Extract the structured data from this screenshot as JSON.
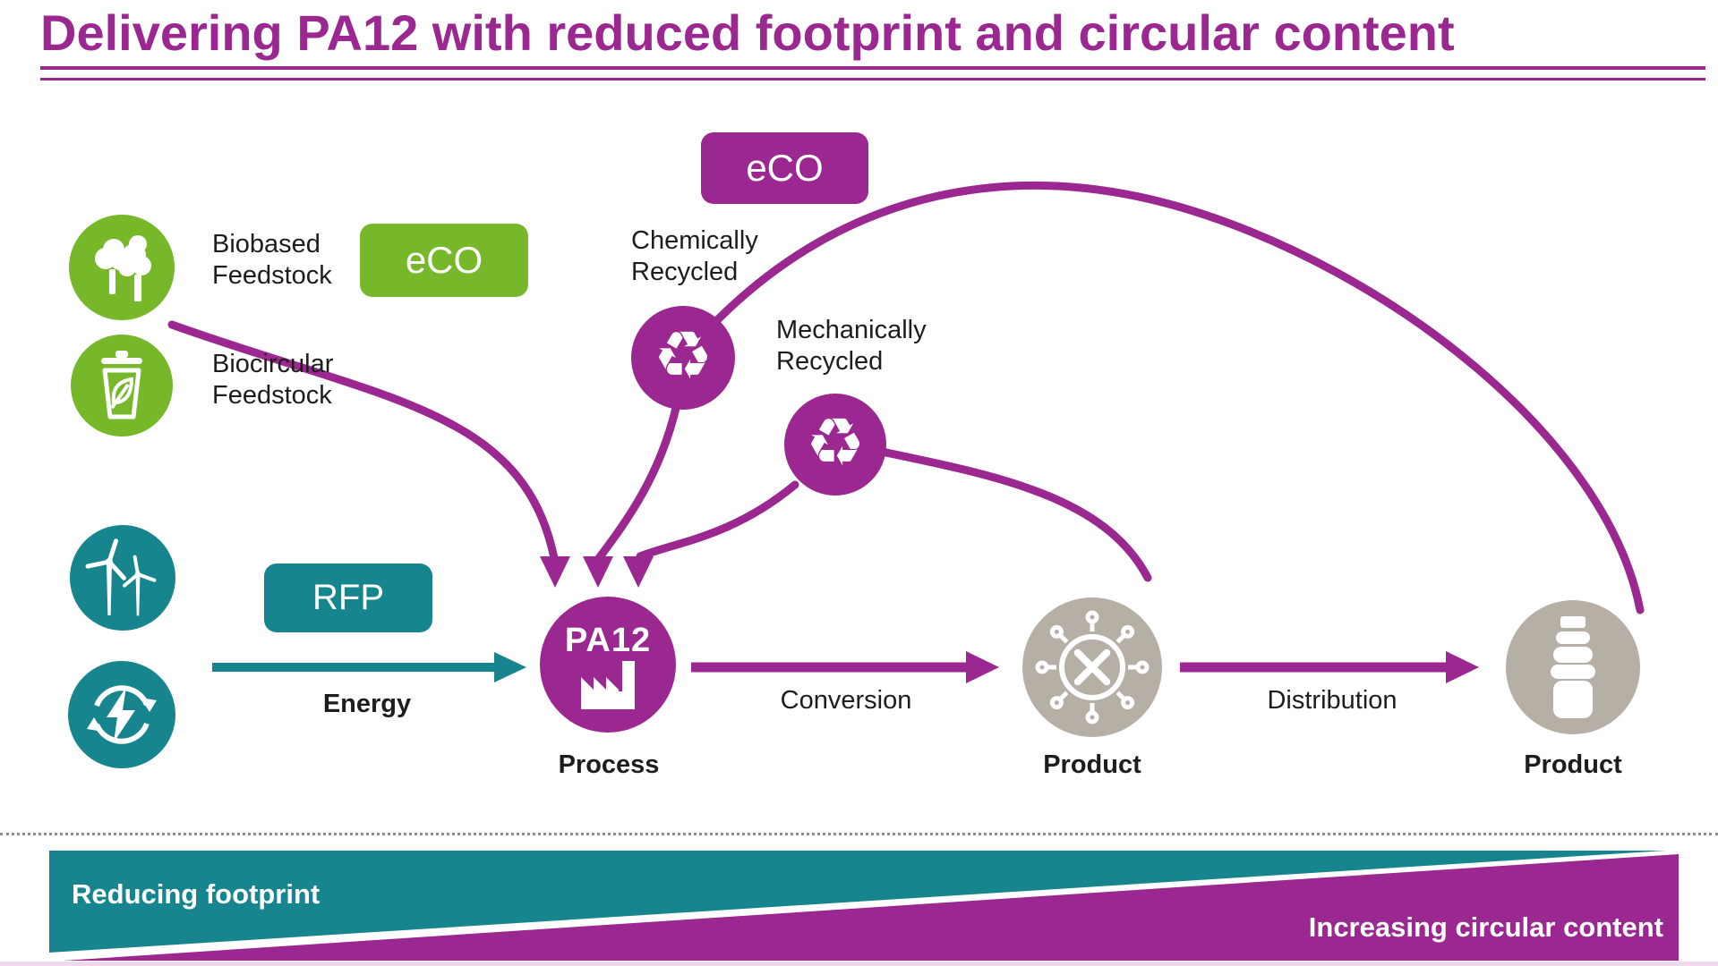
{
  "title": "Delivering PA12 with reduced footprint and circular content",
  "colors": {
    "purple": "#9B2790",
    "green": "#76B82A",
    "teal": "#17858E",
    "gray": "#B5AFA6",
    "ink": "#1D1D1B",
    "dotted": "#8C8C8C",
    "banner_strip": "#F0D9EC"
  },
  "badges": {
    "eco_purple": "eCO",
    "eco_green": "eCO",
    "rfp": "RFP"
  },
  "feedstocks": {
    "biobased": {
      "line1": "Biobased",
      "line2": "Feedstock",
      "icon": "trees-icon"
    },
    "biocircular": {
      "line1": "Biocircular",
      "line2": "Feedstock",
      "icon": "waste-bin-leaf-icon"
    }
  },
  "recycling": {
    "chemically": {
      "line1": "Chemically",
      "line2": "Recycled",
      "icon": "recycle-icon"
    },
    "mechanically": {
      "line1": "Mechanically",
      "line2": "Recycled",
      "icon": "recycle-icon"
    }
  },
  "energy_sources": {
    "wind": {
      "icon": "wind-turbines-icon"
    },
    "renewable": {
      "icon": "renewable-energy-icon"
    }
  },
  "flow": {
    "energy_label": "Energy",
    "conversion_label": "Conversion",
    "distribution_label": "Distribution",
    "process": {
      "badge": "PA12",
      "label": "Process",
      "icon": "factory-icon"
    },
    "product_mid": {
      "label": "Product",
      "icon": "tools-icon"
    },
    "product_right": {
      "label": "Product",
      "icon": "bottle-icon"
    }
  },
  "banner": {
    "left": "Reducing footprint",
    "right": "Increasing circular content"
  },
  "glyphs": {
    "recycle": "♻"
  }
}
